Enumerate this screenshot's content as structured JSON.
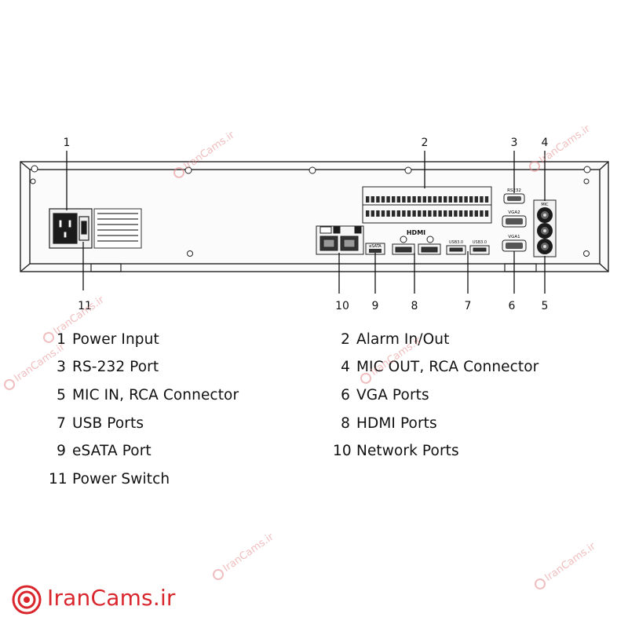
{
  "callouts_top": [
    "1",
    "2",
    "3",
    "4"
  ],
  "callouts_bottom": [
    "11",
    "10",
    "9",
    "8",
    "7",
    "6",
    "5"
  ],
  "port_labels": {
    "rs232": "RS232",
    "vga2": "VGA2",
    "vga1": "VGA1",
    "mic": "MIC",
    "esata": "eSATA",
    "hdmi": "HDMI",
    "usb_a": "USB3.0",
    "usb_b": "USB3.0"
  },
  "legend": [
    {
      "num": "1",
      "text": "Power Input"
    },
    {
      "num": "2",
      "text": "Alarm In/Out"
    },
    {
      "num": "3",
      "text": "RS-232 Port"
    },
    {
      "num": "4",
      "text": "MIC OUT, RCA Connector"
    },
    {
      "num": "5",
      "text": "MIC IN, RCA Connector"
    },
    {
      "num": "6",
      "text": "VGA Ports"
    },
    {
      "num": "7",
      "text": "USB Ports"
    },
    {
      "num": "8",
      "text": "HDMI Ports"
    },
    {
      "num": "9",
      "text": "eSATA Port"
    },
    {
      "num": "10",
      "text": "Network Ports"
    },
    {
      "num": "11",
      "text": "Power Switch"
    }
  ],
  "watermark": "IranCams.ir",
  "brand": "IranCams.ir",
  "colors": {
    "brand": "#d9262c",
    "watermark": "#e58a8a"
  }
}
